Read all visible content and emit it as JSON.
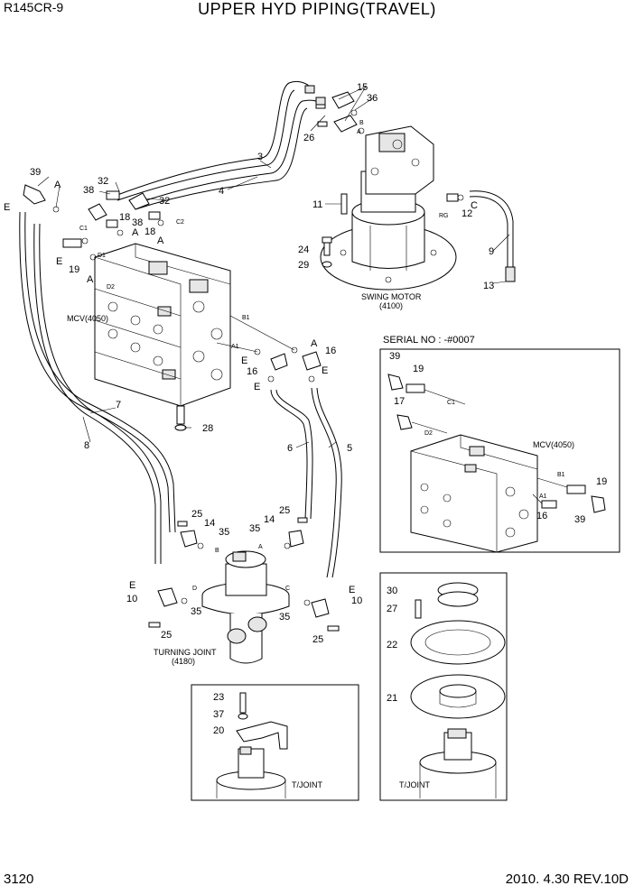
{
  "header": {
    "model": "R145CR-9",
    "title": "UPPER HYD PIPING(TRAVEL)"
  },
  "footer": {
    "page_number": "3120",
    "revision": "2010. 4.30  REV.10D"
  },
  "assemblies": {
    "swing_motor": "SWING MOTOR",
    "swing_motor_code": "(4100)",
    "mcv": "MCV(4050)",
    "turning_joint": "TURNING JOINT",
    "turning_joint_code": "(4180)"
  },
  "inset_serial": {
    "title": "SERIAL NO : -#0007",
    "mcv": "MCV(4050)",
    "callouts": [
      "39",
      "19",
      "17",
      "16",
      "19",
      "39"
    ],
    "ports": [
      "C1",
      "D2",
      "B1",
      "A1"
    ]
  },
  "inset_bracket": {
    "label": "T/JOINT",
    "callouts": [
      "23",
      "37",
      "20"
    ]
  },
  "inset_clamp": {
    "label": "T/JOINT",
    "callouts": [
      "30",
      "27",
      "22",
      "21"
    ]
  },
  "main_callouts": [
    "39",
    "38",
    "32",
    "32",
    "18",
    "38",
    "18",
    "19",
    "15",
    "36",
    "26",
    "3",
    "4",
    "11",
    "12",
    "9",
    "13",
    "24",
    "29",
    "28",
    "16",
    "16",
    "7",
    "8",
    "6",
    "5",
    "25",
    "14",
    "35",
    "25",
    "14",
    "35",
    "10",
    "35",
    "25",
    "10",
    "35",
    "25"
  ],
  "port_letters": [
    "E",
    "A",
    "A",
    "A",
    "E",
    "A",
    "B",
    "A",
    "C",
    "A",
    "E",
    "E",
    "E",
    "E",
    "E"
  ],
  "port_codes": [
    "C1",
    "C2",
    "D1",
    "D2",
    "B1",
    "A1",
    "RG",
    "B",
    "A",
    "D",
    "C",
    "B",
    "A"
  ]
}
